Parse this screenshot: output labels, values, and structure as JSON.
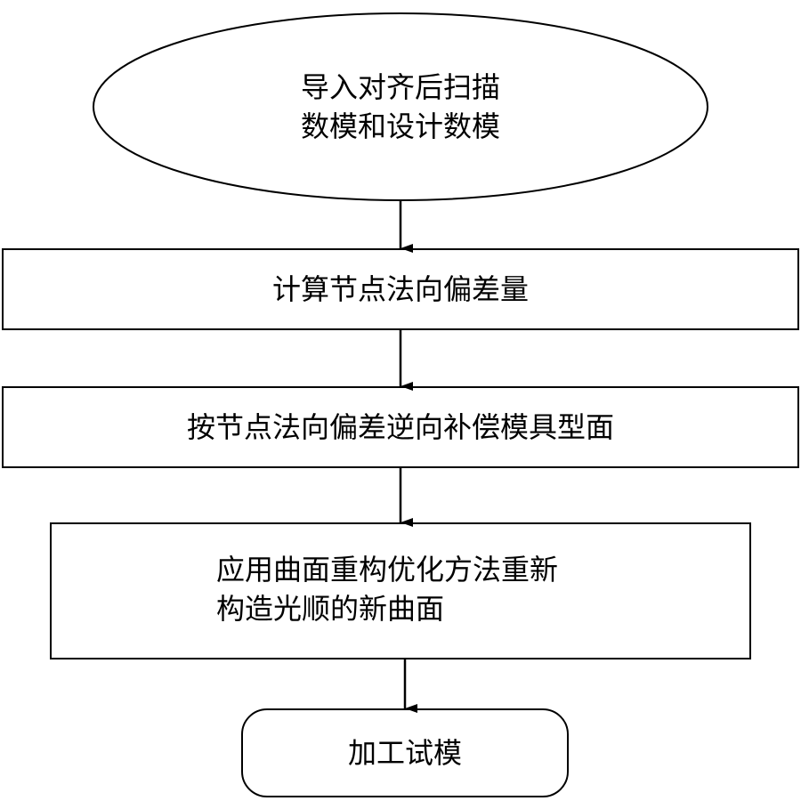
{
  "flowchart": {
    "start": {
      "line1": "导入对齐后扫描",
      "line2": "数模和设计数模"
    },
    "step1": "计算节点法向偏差量",
    "step2": "按节点法向偏差逆向补偿模具型面",
    "step3": {
      "line1": "应用曲面重构优化方法重新",
      "line2": "构造光顺的新曲面"
    },
    "end": "加工试模"
  }
}
